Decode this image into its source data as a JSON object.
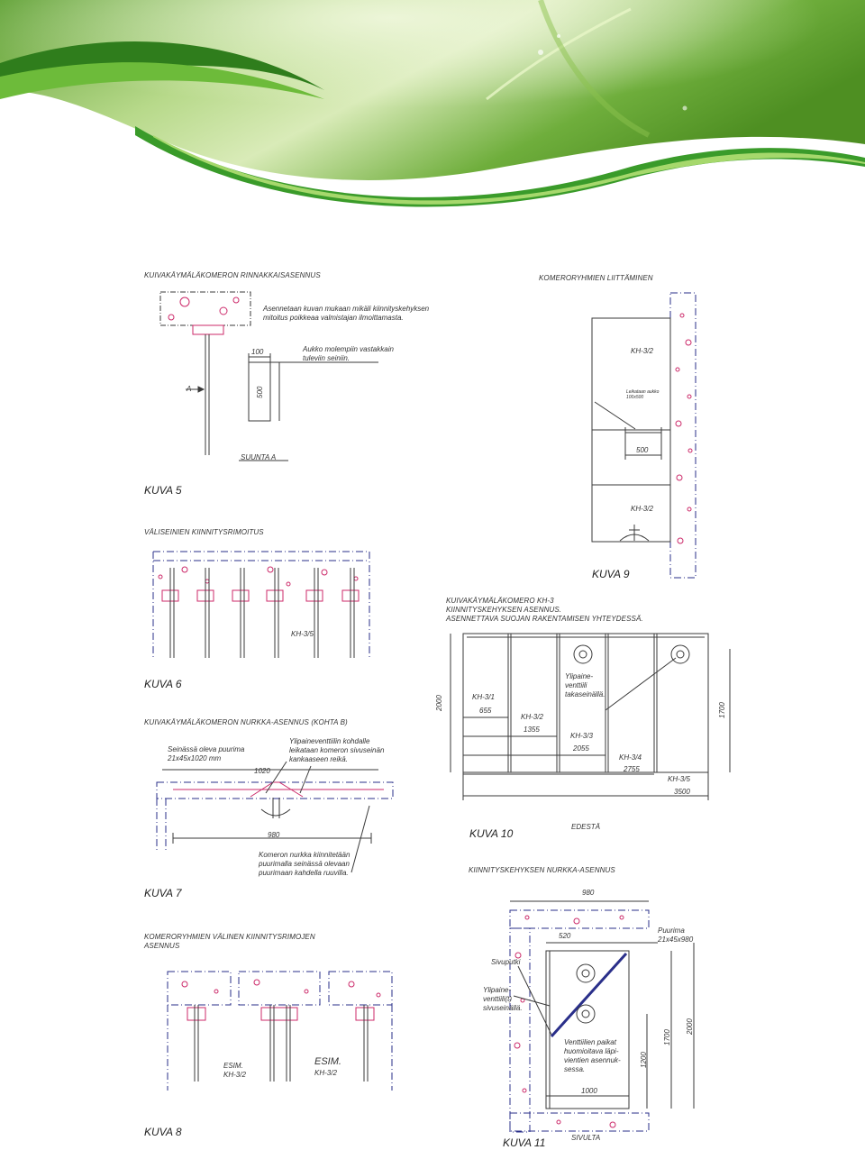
{
  "colors": {
    "line": "#3a3a3a",
    "pink": "#cc2a6a",
    "navy": "#2a2f8a",
    "green_dark": "#3f8f1e",
    "green_light": "#b9e07a"
  },
  "kuva5": {
    "heading": "KUIVAKÄYMÄLÄKOMERON RINNAKKAISASENNUS",
    "note1": "Asennetaan kuvan mukaan mikäli kiinnityskehyksen\nmitoitus poikkeaa valmistajan ilmoittamasta.",
    "dim_100": "100",
    "note2": "Aukko molempiin vastakkain\ntuleviin seiniin.",
    "letter_a": "A",
    "dim_500": "500",
    "suunta": "SUUNTA A",
    "caption": "KUVA 5"
  },
  "kuva6": {
    "heading": "VÄLISEINIEN KIINNITYSRIMOITUS",
    "code": "KH-3/5",
    "caption": "KUVA 6"
  },
  "kuva7": {
    "heading": "KUIVAKÄYMÄLÄKOMERON NURKKA-ASENNUS (KOHTA B)",
    "note_puurima": "Seinässä oleva puurima\n21x45x1020 mm",
    "note_venttiili": "Ylipaineventtiilin kohdalle\nleikataan komeron sivuseinän\nkankaaseen reikä.",
    "dim_1020": "1020",
    "dim_980": "980",
    "note_nurkka": "Komeron nurkka kiinnitetään\npuurimalla seinässä olevaan\npuurimaan kahdella ruuvilla.",
    "caption": "KUVA 7"
  },
  "kuva8": {
    "heading": "KOMERORYHMIEN VÄLINEN KIINNITYSRIMOJEN\nASENNUS",
    "esim1_a": "ESIM.",
    "esim1_b": "KH-3/2",
    "esim2_a": "ESIM.",
    "esim2_b": "KH-3/2",
    "caption": "KUVA 8"
  },
  "kuva9": {
    "heading": "KOMERORYHMIEN LIITTÄMINEN",
    "kh_top": "KH-3/2",
    "note_aukko": "Leikataan aukko\n100x500",
    "dim_500": "500",
    "kh_bottom": "KH-3/2",
    "caption": "KUVA 9"
  },
  "kuva10": {
    "heading": "KUIVAKÄYMÄLÄKOMERO KH-3\nKIINNITYSKEHYKSEN ASENNUS.\nASENNETTAVA SUOJAN RAKENTAMISEN YHTEYDESSÄ.",
    "note_venttiili": "Ylipaine-\nventtiili\ntakaseinällä.",
    "dim_2000": "2000",
    "dim_1700": "1700",
    "labels": [
      {
        "code": "KH-3/1",
        "dim": "655"
      },
      {
        "code": "KH-3/2",
        "dim": "1355"
      },
      {
        "code": "KH-3/3",
        "dim": "2055"
      },
      {
        "code": "KH-3/4",
        "dim": "2755"
      },
      {
        "code": "KH-3/5",
        "dim": "3500"
      }
    ],
    "edesta": "EDESTÄ",
    "caption": "KUVA 10"
  },
  "kuva11": {
    "heading": "KIINNITYSKEHYKSEN NURKKA-ASENNUS",
    "dim_980": "980",
    "dim_520": "520",
    "puurima": "Puurima\n21x45x980",
    "sivuputki": "Sivuputki",
    "note_venttiili": "Ylipaine-\nventtiili(t)\nsivuseinällä.",
    "note_paikat": "Venttiilien paikat\nhuomioitava läpi-\nvientien asennuk-\nsessa.",
    "dim_1000": "1000",
    "dim_1200": "1200",
    "dim_1700": "1700",
    "dim_2000": "2000",
    "sivulta": "SIVULTA",
    "caption": "KUVA 11"
  }
}
